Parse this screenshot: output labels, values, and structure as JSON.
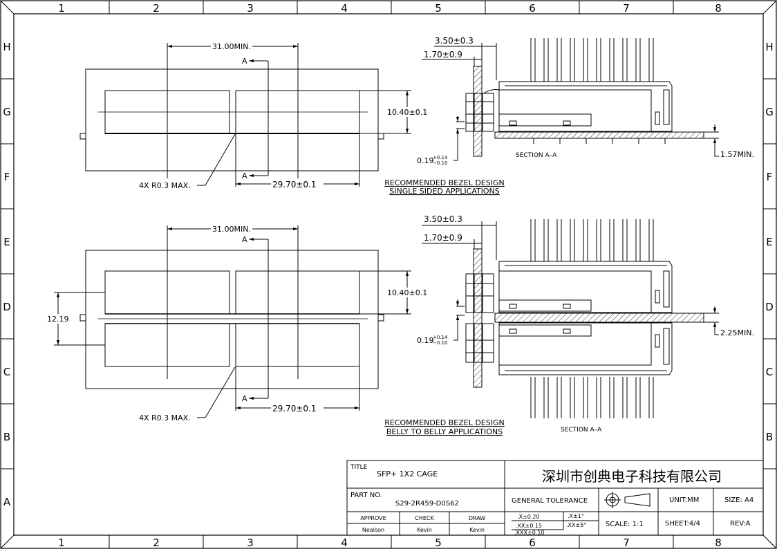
{
  "frame": {
    "columns": [
      "1",
      "2",
      "3",
      "4",
      "5",
      "6",
      "7",
      "8"
    ],
    "rows": [
      "H",
      "G",
      "F",
      "E",
      "D",
      "C",
      "B",
      "A"
    ]
  },
  "top_view": {
    "width_min": "31.00MIN.",
    "section_marker_top": "A",
    "section_marker_bottom": "A",
    "height_dim": "10.40±0.1",
    "pitch_dim": "29.70±0.1",
    "radius_note": "4X R0.3 MAX.",
    "caption_line1": "RECOMMENDED BEZEL DESIGN",
    "caption_line2": "SINGLE SIDED APPLICATIONS"
  },
  "top_section": {
    "dim_a": "3.50±0.3",
    "dim_b": "1.70±0.9",
    "tol_base": "0.19",
    "tol_plus": "+0.14",
    "tol_minus": "−0.10",
    "min_dim": "1.57MIN.",
    "section_label": "SECTION A–A"
  },
  "bottom_view": {
    "width_min": "31.00MIN.",
    "section_marker_top": "A",
    "section_marker_bottom": "A",
    "height_dim": "10.40±0.1",
    "left_dim": "12.19",
    "pitch_dim": "29.70±0.1",
    "radius_note": "4X R0.3 MAX.",
    "caption_line1": "RECOMMENDED BEZEL DESIGN",
    "caption_line2": "BELLY TO BELLY APPLICATIONS"
  },
  "bottom_section": {
    "dim_a": "3.50±0.3",
    "dim_b": "1.70±0.9",
    "tol_base": "0.19",
    "tol_plus": "+0.14",
    "tol_minus": "−0.10",
    "min_dim": "2.25MIN.",
    "section_label": "SECTION A–A"
  },
  "title_block": {
    "title_label": "TITLE",
    "title_value": "SFP+ 1X2 CAGE",
    "company": "深圳市创典电子科技有限公司",
    "part_label": "PART NO.",
    "part_value": "S29-2R459-D0S62",
    "general_tolerance": "GENERAL TOLERANCE",
    "unit": "UNIT:MM",
    "size": "SIZE: A4",
    "approve_label": "APPROVE",
    "check_label": "CHECK",
    "draw_label": "DRAW",
    "approve_name": "Nealson",
    "check_name": "Kevin",
    "draw_name": "Kevin",
    "tol_x": ".X±0.20",
    "tol_xx": ".XX±0.15",
    "tol_xxx": ".XXX±0.10",
    "ang_x": ".X±1°",
    "ang_xx": ".XX±5°",
    "scale": "SCALE:  1:1",
    "sheet": "SHEET:4/4",
    "rev": "REV:A"
  }
}
